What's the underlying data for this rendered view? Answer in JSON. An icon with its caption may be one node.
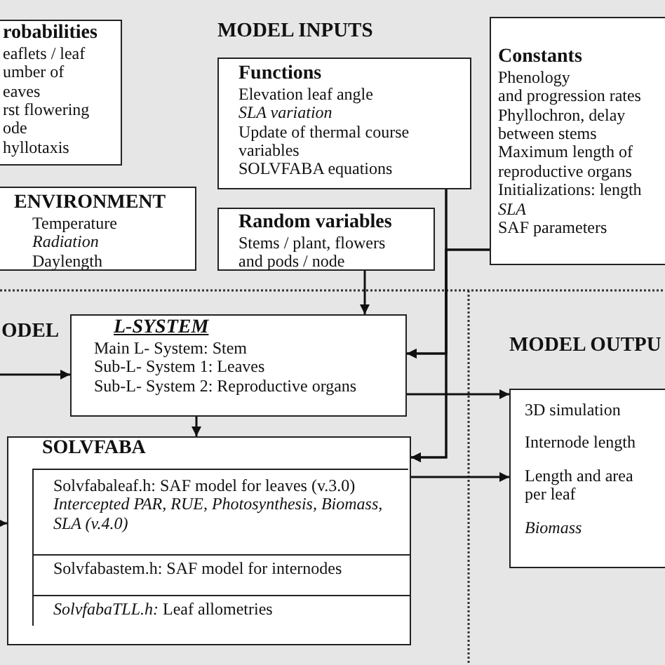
{
  "diagram": {
    "nodes": [
      {
        "text": [
          "robabilities",
          "eaflets / leaf",
          "umber of",
          "eaves",
          "rst flowering",
          "ode",
          "hyllotaxis"
        ]
      },
      {
        "text": [
          "Functions",
          "Elevation leaf angle",
          "*SLA variation*",
          "Update of thermal course variables",
          "SOLVFABA equations"
        ]
      },
      {
        "text": [
          "Constants",
          "Phenology",
          "and progression rates",
          "Phyllochron,  delay between stems",
          "Maximum length of reproductive organs",
          "Initializations: length",
          "*SLA*",
          "SAF parameters"
        ]
      },
      {
        "text": [
          "ENVIRONMENT",
          "Temperature",
          "*Radiation*",
          "Daylength"
        ]
      },
      {
        "text": [
          "Random variables",
          "Stems / plant, flowers and pods / node"
        ]
      },
      {
        "text": [
          "L-SYSTEM",
          "Main L- System: Stem",
          "Sub-L- System 1: Leaves",
          "Sub-L- System 2:   Reproductive organs"
        ]
      },
      {
        "text": [
          "SOLVFABA"
        ]
      },
      {
        "text": [],
        "shape": "box",
        "in": 6
      },
      {
        "text": [
          "Solvfabaleaf.h: SAF model for leaves (v.3.0)",
          "*Intercepted PAR, RUE, Photosynthesis, Biomass, SLA (v.4.0)*"
        ],
        "in": 7
      },
      {
        "text": [
          "Solvfabastem.h: SAF model for internodes"
        ],
        "in": 7
      },
      {
        "text": [
          "*SolvfabaTLL.h:* Leaf allometries"
        ],
        "in": 7
      },
      {
        "text": [
          "3D simulation",
          "Internode length",
          "Length and area per  leaf",
          "*Biomass*"
        ]
      }
    ],
    "edges": [
      {
        "from": null,
        "to": 5,
        "arrow": "to"
      },
      {
        "from": null,
        "to": 6,
        "arrow": "to"
      },
      {
        "from": 4,
        "to": 5,
        "arrow": "to"
      },
      {
        "from": 1,
        "to": 5,
        "arrow": "to"
      },
      {
        "from": 1,
        "to": 6,
        "arrow": "to"
      },
      {
        "from": 2,
        "to": 5,
        "arrow": "to"
      },
      {
        "from": 2,
        "to": 6,
        "arrow": "to"
      },
      {
        "from": 5,
        "to": 6,
        "arrow": "to"
      },
      {
        "from": 5,
        "to": 11,
        "arrow": "to"
      },
      {
        "from": 6,
        "to": 11,
        "arrow": "to"
      }
    ],
    "labels": [
      "MODEL INPUTS",
      "ODEL",
      "MODEL OUTPU"
    ]
  }
}
